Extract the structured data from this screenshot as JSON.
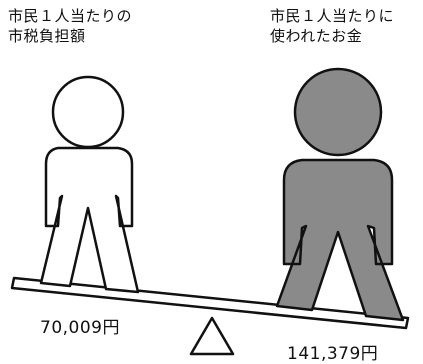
{
  "left": {
    "caption_line1": "市民１人当たりの",
    "caption_line2": "市税負担額",
    "amount": "70,009円",
    "figure_color": "#ffffff"
  },
  "right": {
    "caption_line1": "市民１人当たりに",
    "caption_line2": "使われたお金",
    "amount": "141,379円",
    "figure_color": "#8a8a8a"
  },
  "outline_color": "#111111"
}
